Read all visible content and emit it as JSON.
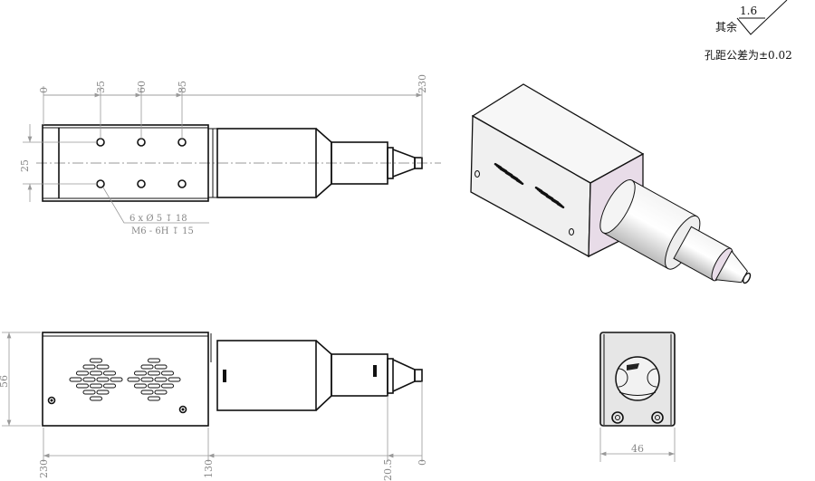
{
  "notes": {
    "roughness_label": "其余",
    "roughness_value": "1.6",
    "tolerance_note": "孔距公差为±0.02"
  },
  "top_view": {
    "dims_horizontal": [
      "0",
      "35",
      "60",
      "85",
      "230"
    ],
    "dim_vertical": "25",
    "hole_callout_line1": "6 x Ø 5 ↧ 18",
    "hole_callout_line2": "M6 - 6H ↧ 15"
  },
  "side_view": {
    "dim_vertical": "56",
    "dims_horizontal": [
      "230",
      "130",
      "20.5",
      "0"
    ]
  },
  "front_view": {
    "dim_width": "46"
  },
  "colors": {
    "line": "#111111",
    "dimension": "#999999",
    "iso_face": "#e8dce8"
  }
}
